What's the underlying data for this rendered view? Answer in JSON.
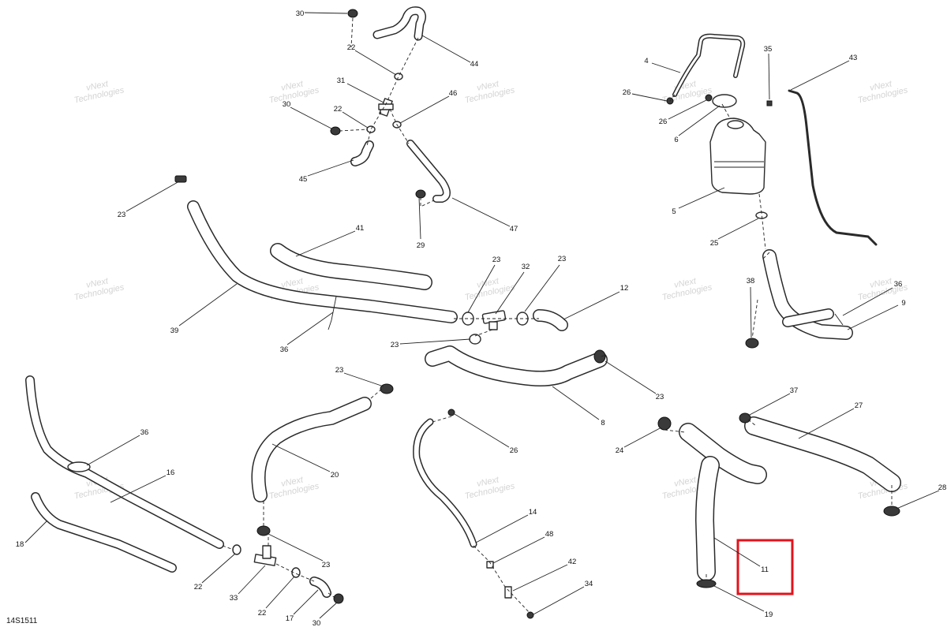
{
  "drawing_code": "14S1511",
  "watermark_lines": [
    "vNext",
    "Technologies"
  ],
  "highlight_color": "#e3121b",
  "callouts": [
    {
      "key": "30_top",
      "label": "30"
    },
    {
      "key": "44",
      "label": "44"
    },
    {
      "key": "22_a",
      "label": "22"
    },
    {
      "key": "31",
      "label": "31"
    },
    {
      "key": "30_mid",
      "label": "30"
    },
    {
      "key": "22_b",
      "label": "22"
    },
    {
      "key": "46",
      "label": "46"
    },
    {
      "key": "45",
      "label": "45"
    },
    {
      "key": "29",
      "label": "29"
    },
    {
      "key": "47",
      "label": "47"
    },
    {
      "key": "4",
      "label": "4"
    },
    {
      "key": "35",
      "label": "35"
    },
    {
      "key": "43",
      "label": "43"
    },
    {
      "key": "26_a",
      "label": "26"
    },
    {
      "key": "26_b",
      "label": "26"
    },
    {
      "key": "6",
      "label": "6"
    },
    {
      "key": "5",
      "label": "5"
    },
    {
      "key": "25",
      "label": "25"
    },
    {
      "key": "23_a",
      "label": "23"
    },
    {
      "key": "41",
      "label": "41"
    },
    {
      "key": "39",
      "label": "39"
    },
    {
      "key": "36_a",
      "label": "36"
    },
    {
      "key": "23_b",
      "label": "23"
    },
    {
      "key": "32",
      "label": "32"
    },
    {
      "key": "23_c",
      "label": "23"
    },
    {
      "key": "12",
      "label": "12"
    },
    {
      "key": "23_d",
      "label": "23"
    },
    {
      "key": "38",
      "label": "38"
    },
    {
      "key": "36_b",
      "label": "36"
    },
    {
      "key": "9",
      "label": "9"
    },
    {
      "key": "23_e",
      "label": "23"
    },
    {
      "key": "8",
      "label": "8"
    },
    {
      "key": "23_f",
      "label": "23"
    },
    {
      "key": "36_c",
      "label": "36"
    },
    {
      "key": "16",
      "label": "16"
    },
    {
      "key": "18",
      "label": "18"
    },
    {
      "key": "20",
      "label": "20"
    },
    {
      "key": "26_c",
      "label": "26"
    },
    {
      "key": "37",
      "label": "37"
    },
    {
      "key": "27",
      "label": "27"
    },
    {
      "key": "24",
      "label": "24"
    },
    {
      "key": "28",
      "label": "28"
    },
    {
      "key": "14",
      "label": "14"
    },
    {
      "key": "48",
      "label": "48"
    },
    {
      "key": "42",
      "label": "42"
    },
    {
      "key": "34",
      "label": "34"
    },
    {
      "key": "23_g",
      "label": "23"
    },
    {
      "key": "22_c",
      "label": "22"
    },
    {
      "key": "33",
      "label": "33"
    },
    {
      "key": "22_d",
      "label": "22"
    },
    {
      "key": "17",
      "label": "17"
    },
    {
      "key": "30_bot",
      "label": "30"
    },
    {
      "key": "11",
      "label": "11"
    },
    {
      "key": "19",
      "label": "19"
    }
  ]
}
